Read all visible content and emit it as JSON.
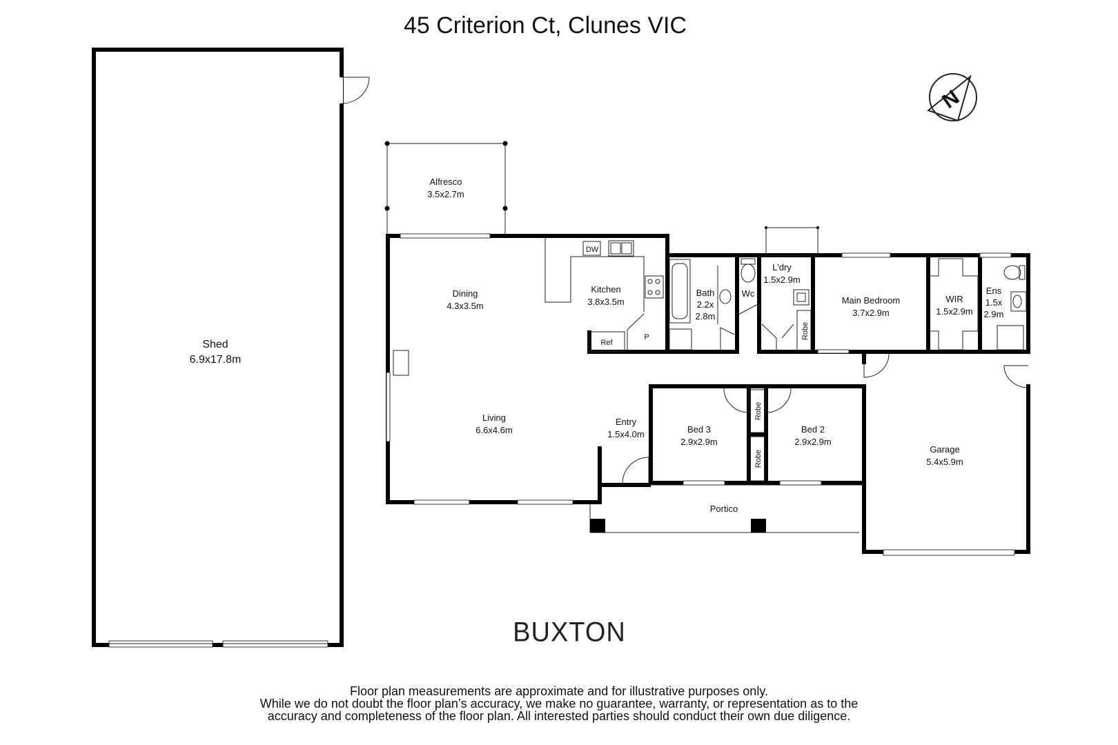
{
  "title": "45 Criterion Ct, Clunes VIC",
  "brand": "BUXTON",
  "disclaimer": [
    "Floor plan measurements are approximate and for illustrative purposes only.",
    "While we do not doubt the floor plan’s accuracy, we make no guarantee, warranty, or representation as to the",
    "accuracy and completeness of the floor plan. All interested parties should conduct their own due diligence."
  ],
  "compass": {
    "label": "N",
    "icon": "north-arrow-icon"
  },
  "rooms": {
    "shed": {
      "name": "Shed",
      "size": "6.9x17.8m"
    },
    "alfresco": {
      "name": "Alfresco",
      "size": "3.5x2.7m"
    },
    "dining": {
      "name": "Dining",
      "size": "4.3x3.5m"
    },
    "kitchen": {
      "name": "Kitchen",
      "size": "3.8x3.5m"
    },
    "living": {
      "name": "Living",
      "size": "6.6x4.6m"
    },
    "entry": {
      "name": "Entry",
      "size": "1.5x4.0m"
    },
    "bath": {
      "name": "Bath",
      "size1": "2.2x",
      "size2": "2.8m"
    },
    "wc": {
      "name": "Wc"
    },
    "laundry": {
      "name": "L'dry",
      "size": "1.5x2.9m"
    },
    "main_bedroom": {
      "name": "Main Bedroom",
      "size": "3.7x2.9m"
    },
    "wir": {
      "name": "WIR",
      "size": "1.5x2.9m"
    },
    "ens": {
      "name": "Ens",
      "size1": "1.5x",
      "size2": "2.9m"
    },
    "bed3": {
      "name": "Bed 3",
      "size": "2.9x2.9m"
    },
    "bed2": {
      "name": "Bed 2",
      "size": "2.9x2.9m"
    },
    "garage": {
      "name": "Garage",
      "size": "5.4x5.9m"
    },
    "portico": {
      "name": "Portico"
    }
  },
  "fixtures": {
    "dw": "DW",
    "ref": "Ref",
    "pantry": "P",
    "robe": "Robe"
  }
}
